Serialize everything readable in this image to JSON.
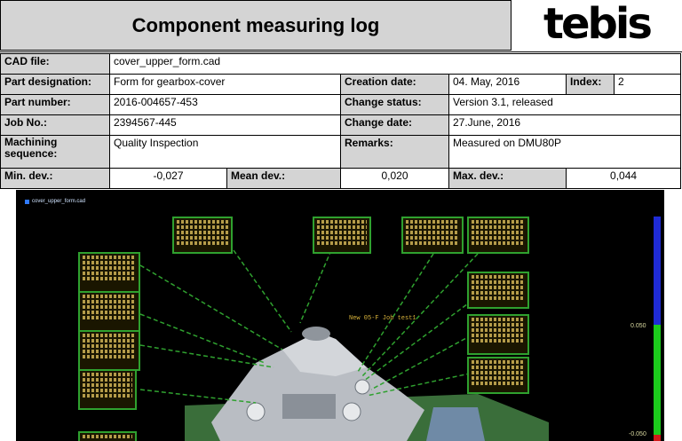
{
  "header": {
    "title": "Component measuring log",
    "logo": "tebis"
  },
  "info": {
    "cad_file": {
      "label": "CAD file:",
      "value": "cover_upper_form.cad"
    },
    "part_designation": {
      "label": "Part designation:",
      "value": "Form for gearbox-cover"
    },
    "creation_date": {
      "label": "Creation date:",
      "value": "04. May, 2016"
    },
    "index": {
      "label": "Index:",
      "value": "2"
    },
    "part_number": {
      "label": "Part number:",
      "value": "2016-004657-453"
    },
    "change_status": {
      "label": "Change status:",
      "value": "Version 3.1, released"
    },
    "job_no": {
      "label": "Job No.:",
      "value": "2394567-445"
    },
    "change_date": {
      "label": "Change date:",
      "value": "27.June, 2016"
    },
    "machining_sequence": {
      "label": "Machining sequence:",
      "value": "Quality Inspection"
    },
    "remarks": {
      "label": "Remarks:",
      "value": "Measured on DMU80P"
    },
    "min_dev": {
      "label": "Min. dev.:",
      "value": "-0,027"
    },
    "mean_dev": {
      "label": "Mean dev.:",
      "value": "0,020"
    },
    "max_dev": {
      "label": "Max. dev.:",
      "value": "0,044"
    }
  },
  "viewport": {
    "file_tag": "cover_upper_form.cad",
    "annotation": "New 05-F Job test1",
    "scale_top": "0.050",
    "scale_bottom": "-0.050",
    "colors": {
      "background": "#000000",
      "callout_border": "#2fa12f",
      "leader": "#2fa12f",
      "gauge_blue": "#1f2bd6",
      "gauge_green": "#1ccc1c",
      "gauge_red": "#d21a1a"
    }
  }
}
